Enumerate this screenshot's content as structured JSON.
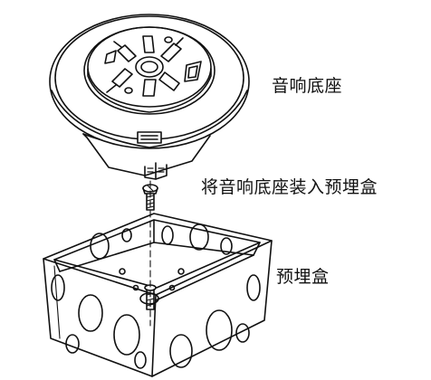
{
  "labels": {
    "sounder_base": "音响底座",
    "install_instruction": "将音响底座装入预埋盒",
    "backbox": "预埋盒"
  }
}
